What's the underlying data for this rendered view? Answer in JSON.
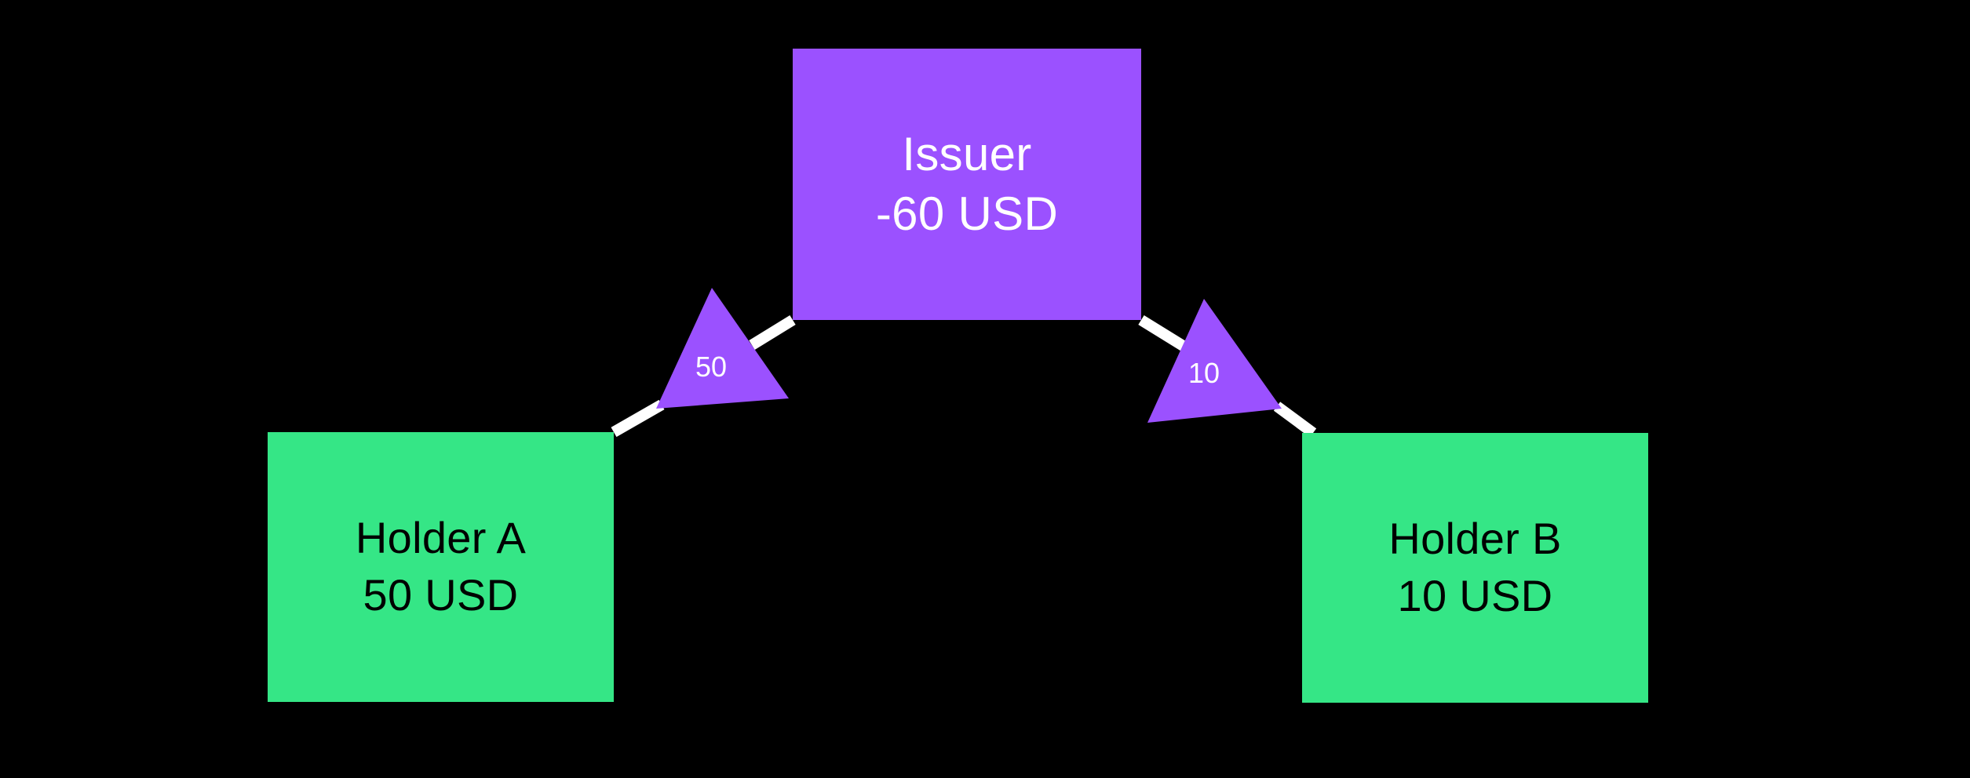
{
  "diagram": {
    "type": "node-edge-flow",
    "background_color": "#000000",
    "edge_color": "#FFFFFF",
    "nodes": [
      {
        "id": "issuer",
        "name": "Issuer",
        "amount": "-60 USD",
        "color": "#9B51FF",
        "text_color": "#FFFFFF",
        "role": "issuer"
      },
      {
        "id": "holder-a",
        "name": "Holder A",
        "amount": "50 USD",
        "color": "#35E686",
        "text_color": "#000000",
        "role": "holder"
      },
      {
        "id": "holder-b",
        "name": "Holder B",
        "amount": "10 USD",
        "color": "#35E686",
        "text_color": "#000000",
        "role": "holder"
      }
    ],
    "flows": [
      {
        "id": "flow-issuer-holder-a",
        "from": "issuer",
        "to": "holder-a",
        "label": "50",
        "marker": "triangle",
        "marker_color": "#9B51FF",
        "label_color": "#FFFFFF"
      },
      {
        "id": "flow-issuer-holder-b",
        "from": "issuer",
        "to": "holder-b",
        "label": "10",
        "marker": "triangle",
        "marker_color": "#9B51FF",
        "label_color": "#FFFFFF"
      }
    ]
  }
}
